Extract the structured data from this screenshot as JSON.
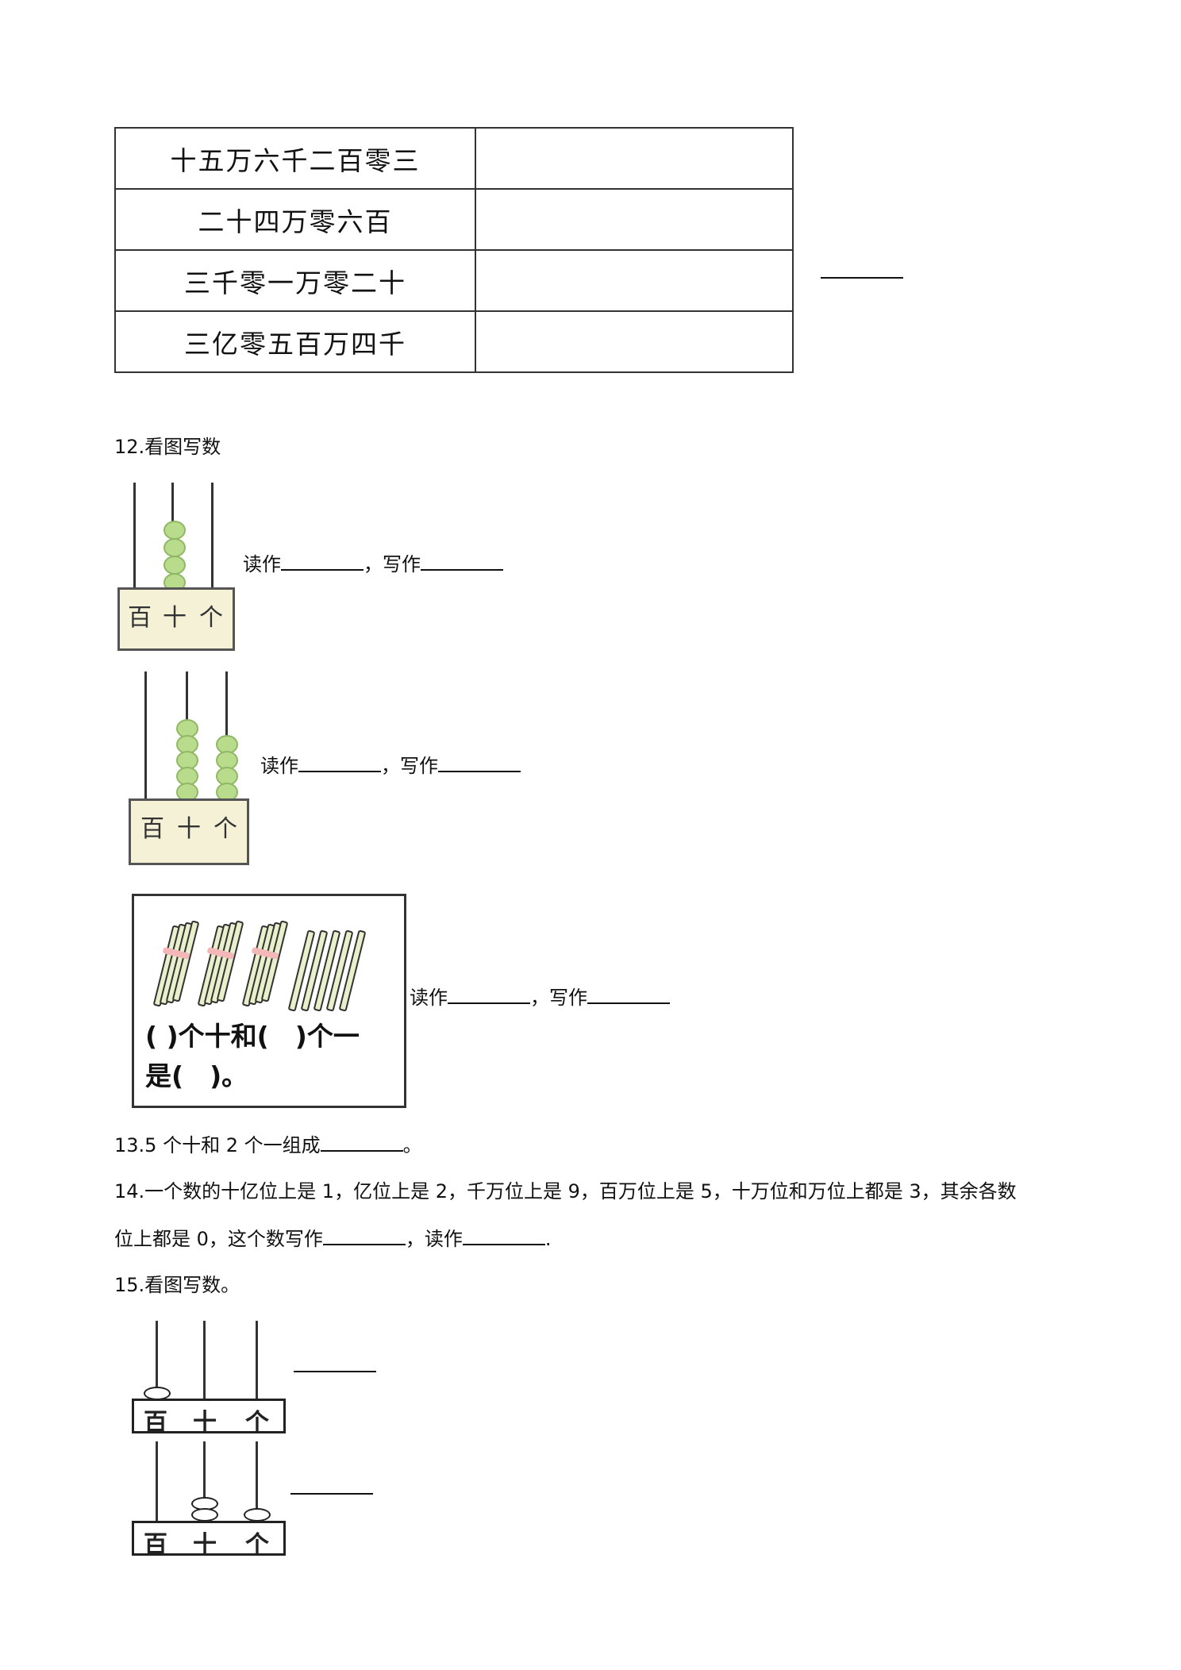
{
  "table": {
    "rows": [
      "十五万六千二百零三",
      "二十四万零六百",
      "三千零一万零二十",
      "三亿零五百万四千"
    ]
  },
  "q12": {
    "title": "12.看图写数",
    "read": "读作",
    "write": "写作",
    "comma": "，",
    "place_labels": [
      "百",
      "十",
      "个"
    ],
    "box_line1": "( )个十和(　)个一",
    "box_line2": "是(　)。"
  },
  "q13": {
    "prefix": "13.5 个十和 2 个一组成",
    "suffix": "。"
  },
  "q14": {
    "line1": "14.一个数的十亿位上是 1，亿位上是 2，千万位上是 9，百万位上是 5，十万位和万位上都是 3，其余各数",
    "line2_a": "位上都是 0，这个数写作",
    "line2_b": "，读作",
    "line2_c": "."
  },
  "q15": {
    "title": "15.看图写数。",
    "place_labels": [
      "百",
      "十",
      "个"
    ]
  }
}
